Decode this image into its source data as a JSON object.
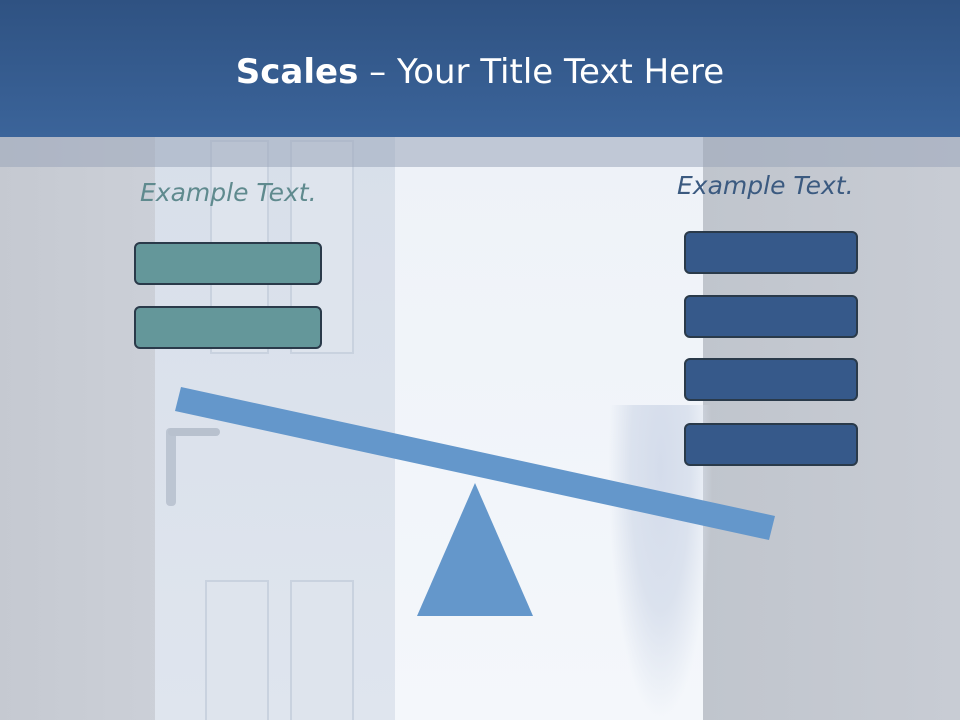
{
  "slide": {
    "title_bold": "Scales",
    "title_rest": " – Your Title Text Here"
  },
  "left_group": {
    "caption": "Example Text.",
    "box_color": "#64979a",
    "boxes": 2
  },
  "right_group": {
    "caption": "Example Text.",
    "box_color": "#36598a",
    "boxes": 4
  },
  "colors": {
    "header": "#3b649a",
    "beam": "#6497cb",
    "fulcrum": "#6497cb"
  },
  "icons": [
    "beam-shape",
    "fulcrum-triangle-icon"
  ]
}
